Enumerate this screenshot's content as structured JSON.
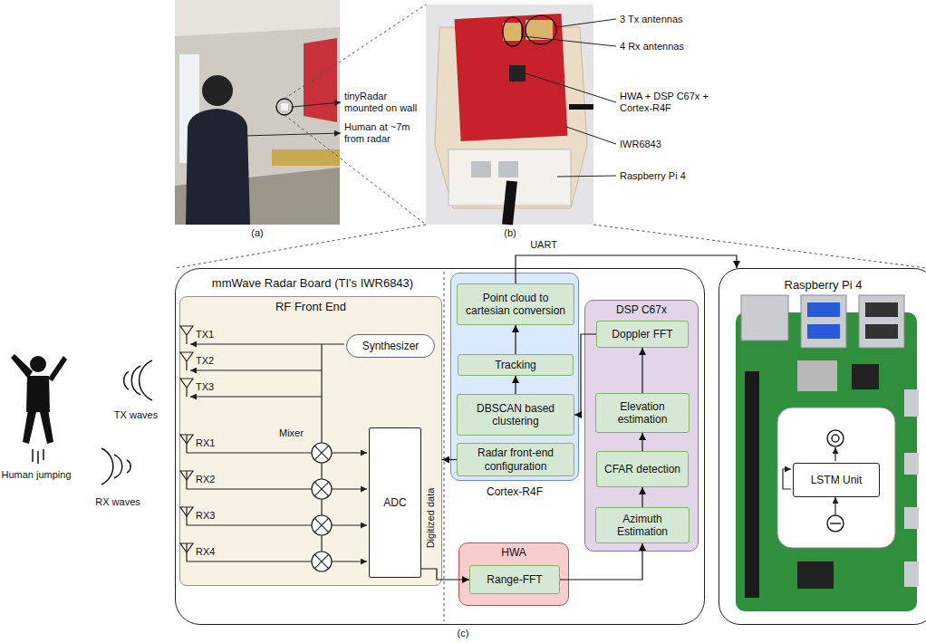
{
  "diagram": {
    "nodes": [
      {
        "text": [
          "mmWave Radar Board (TI's IWR6843)"
        ]
      },
      {
        "text": [
          "RF Front End"
        ],
        "in": 0
      },
      {
        "text": [
          "Synthesizer"
        ],
        "in": 1
      },
      {
        "text": [
          "ADC"
        ],
        "in": 1
      },
      {
        "text": [
          "Cortex-R4F"
        ],
        "in": 0
      },
      {
        "text": [
          "Point cloud to cartesian conversion"
        ],
        "in": 4
      },
      {
        "text": [
          "Tracking"
        ],
        "in": 4
      },
      {
        "text": [
          "DBSCAN based clustering"
        ],
        "in": 4
      },
      {
        "text": [
          "Radar front-end configuration"
        ],
        "in": 4
      },
      {
        "text": [
          "DSP C67x"
        ],
        "in": 0
      },
      {
        "text": [
          "Doppler FFT"
        ],
        "in": 9
      },
      {
        "text": [
          "Elevation estimation"
        ],
        "in": 9
      },
      {
        "text": [
          "CFAR detection"
        ],
        "in": 9
      },
      {
        "text": [
          "Azimuth Estimation"
        ],
        "in": 9
      },
      {
        "text": [
          "HWA"
        ],
        "in": 0
      },
      {
        "text": [
          "Range-FFT"
        ],
        "in": 14
      },
      {
        "text": [
          "Raspberry Pi 4"
        ]
      },
      {
        "text": [
          "LSTM Unit"
        ],
        "in": 16
      }
    ],
    "edges": [
      {
        "from": 3,
        "to": 15,
        "arrow": "to",
        "label": "Digitized data"
      },
      {
        "from": 15,
        "to": 13,
        "arrow": "to"
      },
      {
        "from": 13,
        "to": 12,
        "arrow": "to"
      },
      {
        "from": 12,
        "to": 11,
        "arrow": "to"
      },
      {
        "from": 11,
        "to": 10,
        "arrow": "to"
      },
      {
        "from": 10,
        "to": 7,
        "arrow": "to"
      },
      {
        "from": 7,
        "to": 6,
        "arrow": "to"
      },
      {
        "from": 6,
        "to": 5,
        "arrow": "to"
      },
      {
        "from": 5,
        "to": 16,
        "arrow": "to",
        "label": "UART"
      },
      {
        "from": 8,
        "to": 1,
        "arrow": "to"
      }
    ],
    "labels": [
      "tinyRadar mounted on wall",
      "Human at ~7m from radar",
      "(a)",
      "3 Tx antennas",
      "4 Rx antennas",
      "HWA + DSP C67x + Cortex-R4F",
      "IWR6843",
      "Raspberry Pi 4",
      "(b)",
      "Human jumping",
      "TX waves",
      "RX waves",
      "TX1",
      "TX2",
      "TX3",
      "Mixer",
      "RX1",
      "RX2",
      "RX3",
      "RX4",
      "(c)"
    ]
  }
}
